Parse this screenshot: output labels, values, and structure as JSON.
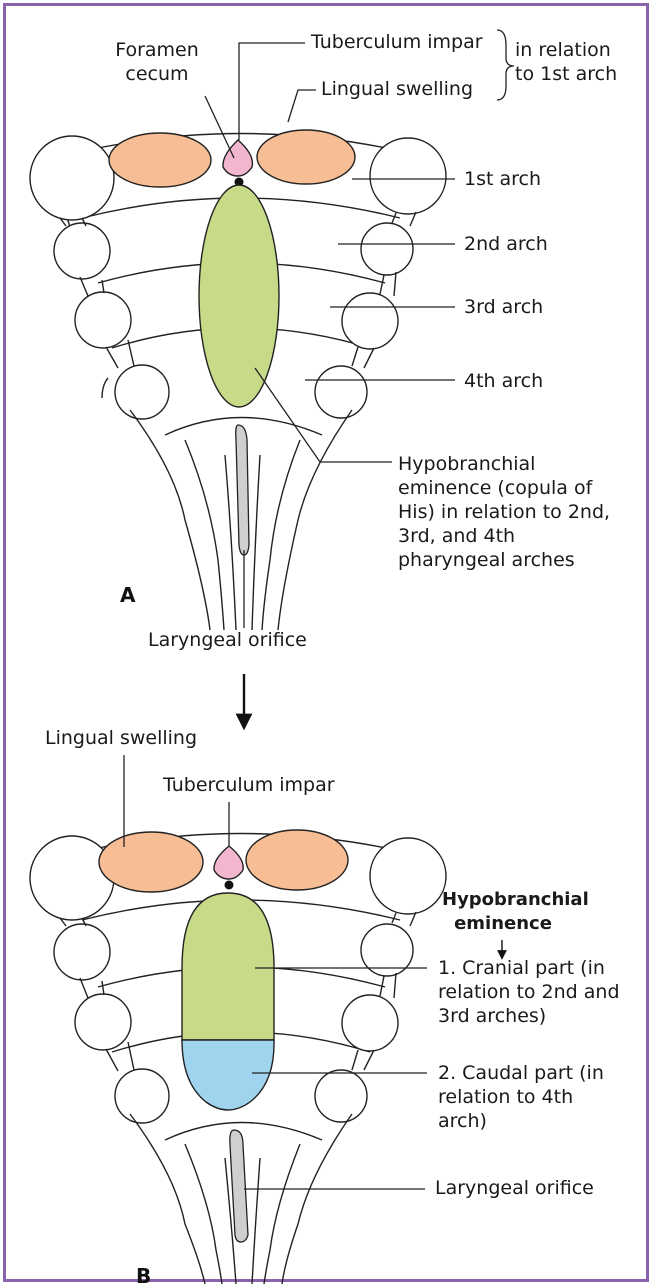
{
  "colors": {
    "border": "#8a63ad",
    "lingual_swelling": "#f7bd95",
    "tuberculum_impar": "#f2b6cf",
    "hypobranchial": "#c6da88",
    "caudal_part": "#9fd3ee",
    "laryngeal_orifice": "#cfcfcf"
  },
  "panel_a": {
    "letter": "A",
    "foramen_cecum": "Foramen cecum",
    "tuberculum_impar": "Tuberculum impar",
    "lingual_swelling": "Lingual swelling",
    "brace_note": "in relation to 1st arch",
    "arch1": "1st arch",
    "arch2": "2nd arch",
    "arch3": "3rd arch",
    "arch4": "4th arch",
    "hypobranchial": "Hypobranchial eminence (copula of His) in relation to 2nd, 3rd, and 4th pharyngeal arches",
    "laryngeal_orifice": "Laryngeal orifice"
  },
  "panel_b": {
    "letter": "B",
    "lingual_swelling": "Lingual swelling",
    "tuberculum_impar": "Tuberculum impar",
    "hypobranchial_heading": "Hypobranchial eminence",
    "cranial_part": "1. Cranial part (in relation to 2nd and 3rd arches)",
    "caudal_part": "2. Caudal part (in relation to 4th arch)",
    "laryngeal_orifice": "Laryngeal orifice"
  }
}
